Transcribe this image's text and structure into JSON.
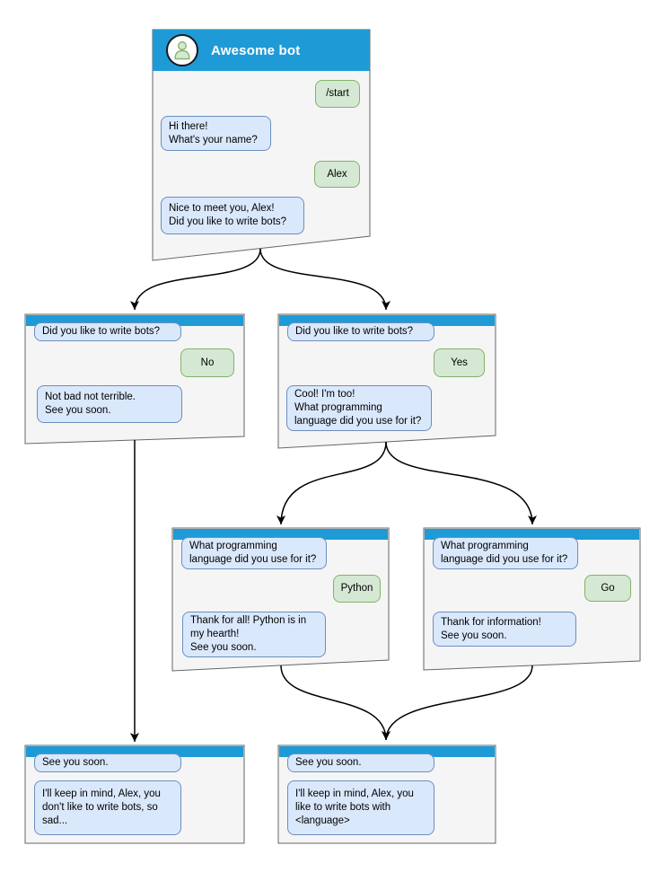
{
  "diagram": {
    "kind": "chat-bot conversation flowchart",
    "colors": {
      "title_bar": "#1e9bd7",
      "node_fill": "#f5f5f5",
      "node_border": "#666666",
      "bot_bubble_fill": "#dae8fc",
      "bot_bubble_border": "#6c8ebf",
      "user_bubble_fill": "#d5e8d4",
      "user_bubble_border": "#82b366",
      "edge": "#000000",
      "title_text": "#ffffff"
    }
  },
  "nodes": [
    {
      "id": "start",
      "title": "Awesome bot",
      "avatar_icon": "user-icon",
      "messages": [
        {
          "from": "user",
          "text": "/start"
        },
        {
          "from": "bot",
          "text": "Hi there!\nWhat's your name?"
        },
        {
          "from": "user",
          "text": "Alex"
        },
        {
          "from": "bot",
          "text": "Nice to meet you, Alex!\nDid you like to write bots?"
        }
      ]
    },
    {
      "id": "answer-no",
      "messages": [
        {
          "from": "bot",
          "text": "Did you like to write bots?"
        },
        {
          "from": "user",
          "text": "No"
        },
        {
          "from": "bot",
          "text": "Not bad not terrible.\nSee you soon."
        }
      ]
    },
    {
      "id": "answer-yes",
      "messages": [
        {
          "from": "bot",
          "text": "Did you like to write bots?"
        },
        {
          "from": "user",
          "text": "Yes"
        },
        {
          "from": "bot",
          "text": "Cool! I'm too!\nWhat programming\nlanguage did you use for it?"
        }
      ]
    },
    {
      "id": "lang-python",
      "messages": [
        {
          "from": "bot",
          "text": "What programming\nlanguage did you use for it?"
        },
        {
          "from": "user",
          "text": "Python"
        },
        {
          "from": "bot",
          "text": "Thank for all! Python is in\nmy hearth!\nSee you soon."
        }
      ]
    },
    {
      "id": "lang-go",
      "messages": [
        {
          "from": "bot",
          "text": "What programming\nlanguage did you use for it?"
        },
        {
          "from": "user",
          "text": "Go"
        },
        {
          "from": "bot",
          "text": "Thank for information!\nSee you soon."
        }
      ]
    },
    {
      "id": "end-no",
      "messages": [
        {
          "from": "bot",
          "text": "See you soon."
        },
        {
          "from": "bot",
          "text": "I'll keep in mind, Alex, you\ndon't like to write bots, so\nsad..."
        }
      ]
    },
    {
      "id": "end-yes",
      "messages": [
        {
          "from": "bot",
          "text": "See you soon."
        },
        {
          "from": "bot",
          "text": "I'll keep in mind, Alex, you\nlike to write bots with\n<language>"
        }
      ]
    }
  ],
  "edges": [
    {
      "from": "start",
      "to": "answer-no"
    },
    {
      "from": "start",
      "to": "answer-yes"
    },
    {
      "from": "answer-no",
      "to": "end-no"
    },
    {
      "from": "answer-yes",
      "to": "lang-python"
    },
    {
      "from": "answer-yes",
      "to": "lang-go"
    },
    {
      "from": "lang-python",
      "to": "end-yes"
    },
    {
      "from": "lang-go",
      "to": "end-yes"
    }
  ]
}
